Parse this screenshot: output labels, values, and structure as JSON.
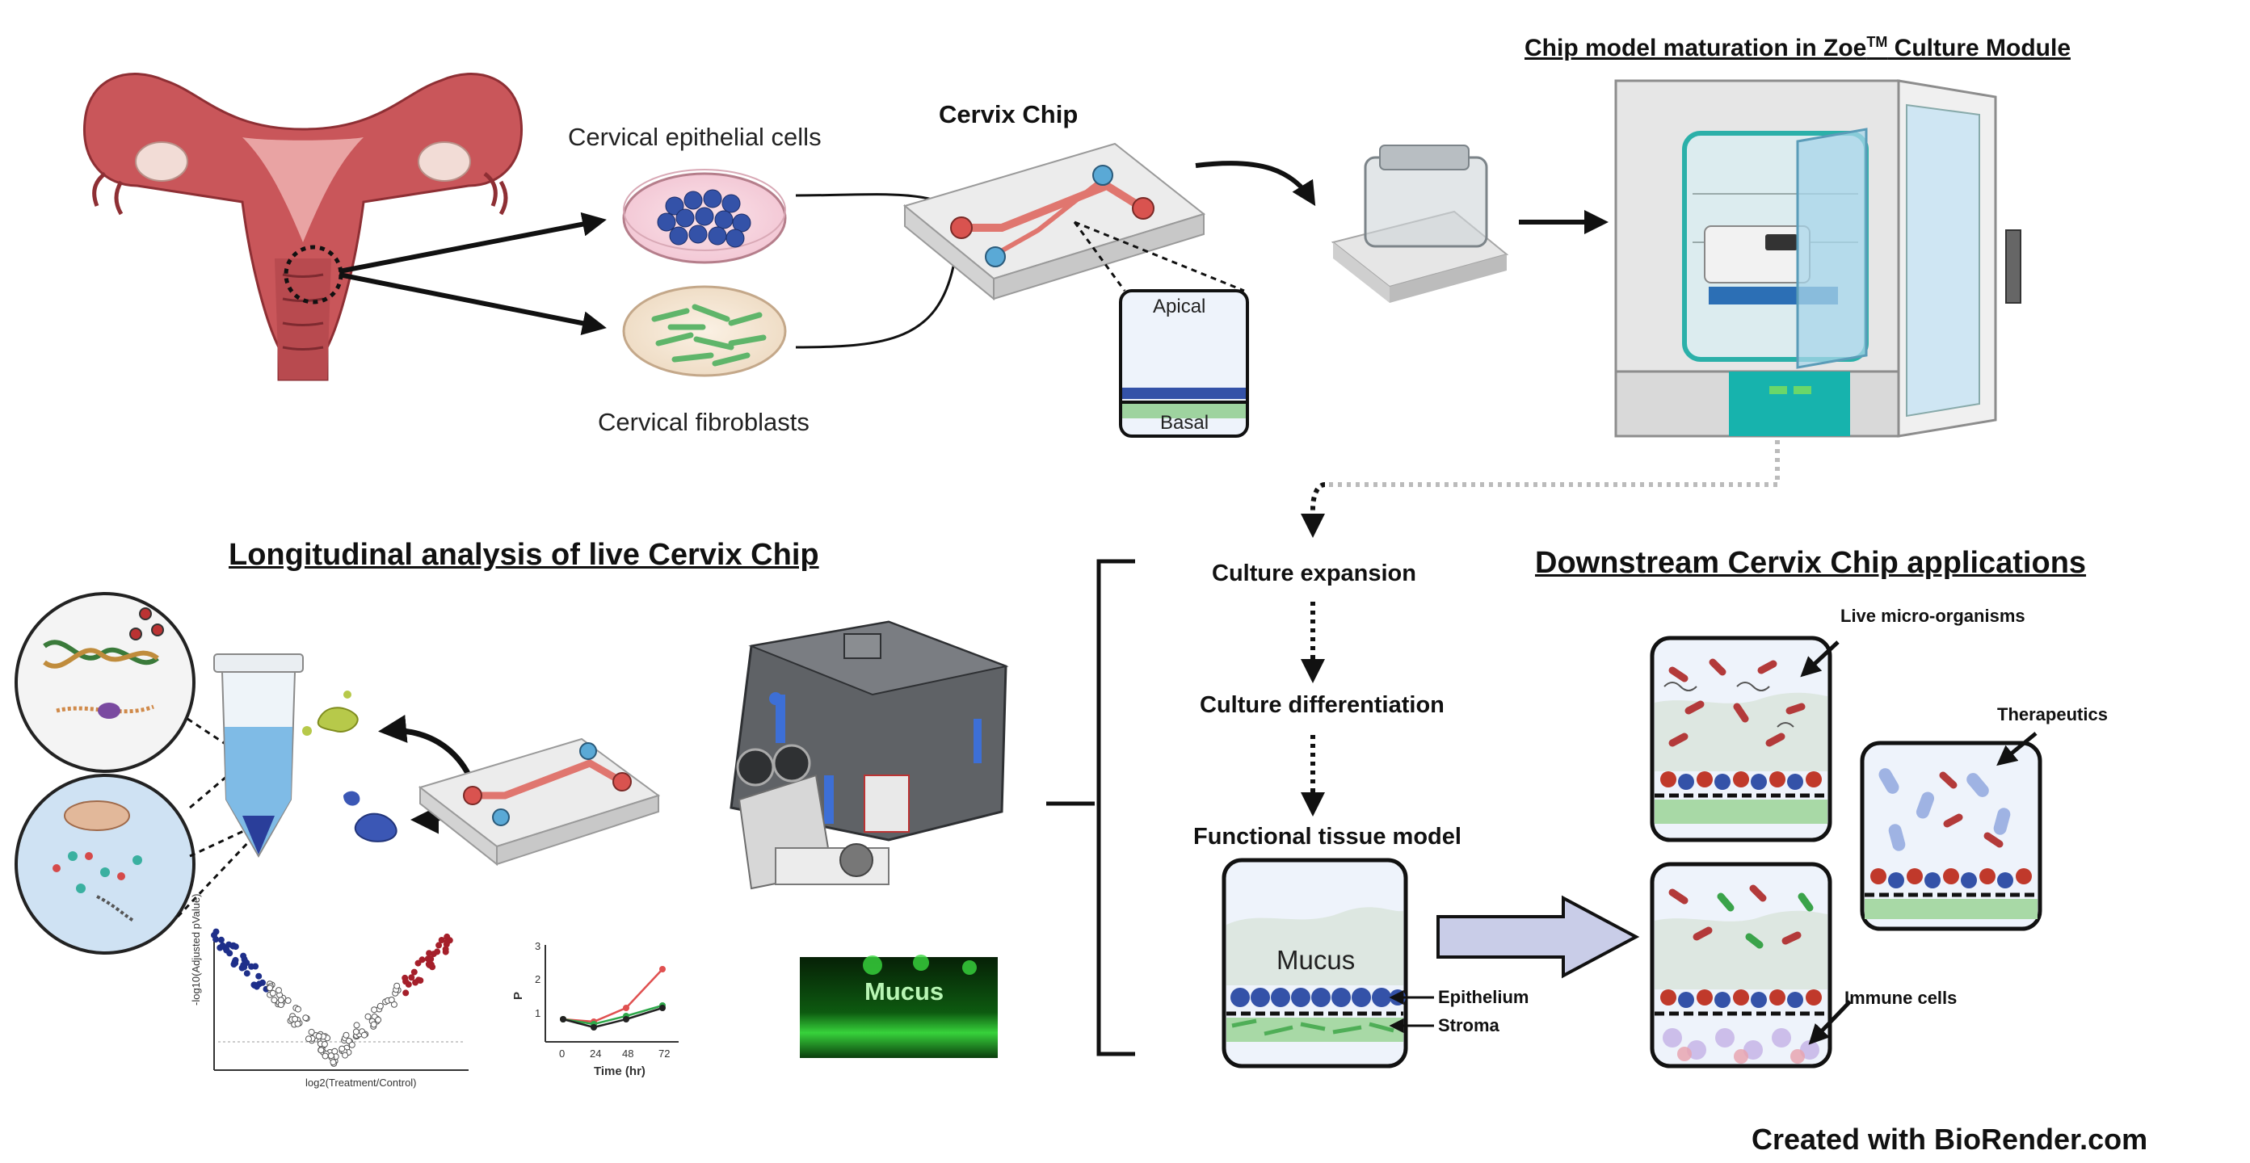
{
  "labels": {
    "cervical_epithelial_cells": "Cervical epithelial cells",
    "cervical_fibroblasts": "Cervical fibroblasts",
    "cervix_chip": "Cervix Chip",
    "apical": "Apical",
    "basal": "Basal",
    "maturation_pre": "Chip model maturation in Zoe",
    "maturation_tm": "TM",
    "maturation_post": " Culture Module",
    "longitudinal_heading": "Longitudinal analysis of live Cervix Chip",
    "culture_expansion": "Culture expansion",
    "culture_differentiation": "Culture differentiation",
    "functional_tissue_model": "Functional tissue model",
    "mucus_large": "Mucus",
    "epithelium": "Epithelium",
    "stroma": "Stroma",
    "mucus_image": "Mucus",
    "downstream_heading": "Downstream Cervix Chip applications",
    "live_microorganisms": "Live micro-organisms",
    "therapeutics": "Therapeutics",
    "immune_cells": "Immune cells",
    "created_with": "Created with BioRender.com"
  },
  "line_chart": {
    "ylabel": "P",
    "xlabel": "Time (hr)",
    "x_ticks": [
      "0",
      "24",
      "48",
      "72"
    ],
    "y_ticks": [
      "1",
      "2",
      "3"
    ]
  },
  "volcano_plot": {
    "ylabel": "-log10(Adjusted pValue)",
    "xlabel": "log2(Treatment/Control)"
  },
  "colors": {
    "chip_channel": "#e0766f",
    "port_red": "#d9534f",
    "port_blue": "#5aa9d6",
    "epithelium_blue": "#3452a8",
    "stroma_green": "#5fb56a",
    "teal_module": "#17b3ad",
    "arrow_fill": "#c9cde8"
  }
}
